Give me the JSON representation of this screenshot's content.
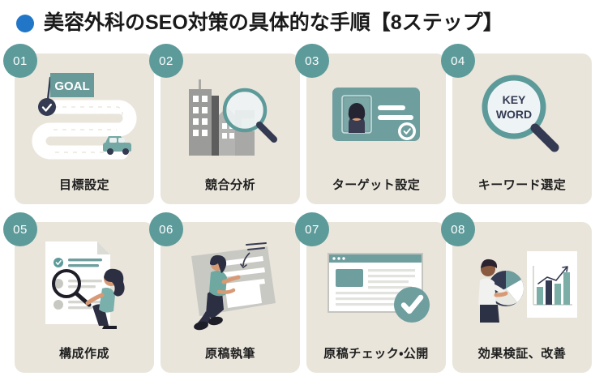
{
  "header": {
    "bullet_color": "#2176c7",
    "title": "美容外科のSEO対策の具体的な手順【8ステップ】"
  },
  "theme": {
    "page_background": "#ffffff",
    "card_background": "#e9e5db",
    "badge_color": "#5d9a9a",
    "accent_teal": "#5d9a9a",
    "accent_dark_navy": "#343a52",
    "label_color": "#1f1f1f"
  },
  "steps": [
    {
      "number": "01",
      "label": "目標設定",
      "illustration": "goal-flag-road-car",
      "illustration_text": "GOAL"
    },
    {
      "number": "02",
      "label": "競合分析",
      "illustration": "buildings-magnifier",
      "illustration_text": ""
    },
    {
      "number": "03",
      "label": "ターゲット設定",
      "illustration": "profile-card-check",
      "illustration_text": ""
    },
    {
      "number": "04",
      "label": "キーワード選定",
      "illustration": "magnifier-keyword",
      "illustration_text_line1": "KEY",
      "illustration_text_line2": "WORD"
    },
    {
      "number": "05",
      "label": "構成作成",
      "illustration": "document-checklist-person-magnifier",
      "illustration_text": ""
    },
    {
      "number": "06",
      "label": "原稿執筆",
      "illustration": "person-writing-document",
      "illustration_text": ""
    },
    {
      "number": "07",
      "label": "原稿チェック・公開",
      "illustration": "browser-window-check",
      "illustration_text": ""
    },
    {
      "number": "08",
      "label": "効果検証、改善",
      "illustration": "person-pie-bar-chart",
      "illustration_text": ""
    }
  ]
}
